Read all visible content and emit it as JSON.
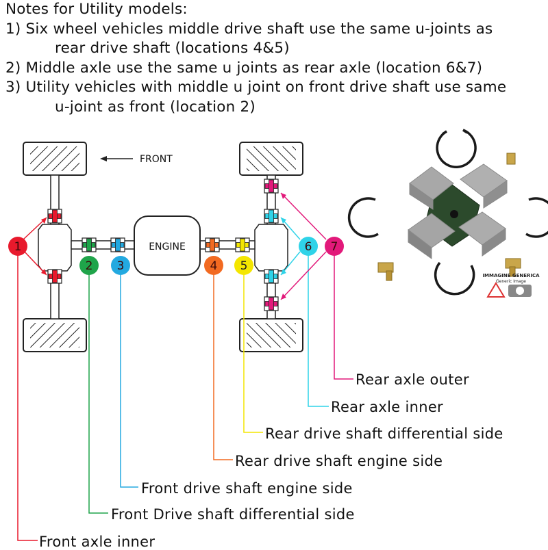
{
  "notes": {
    "heading": "Notes for Utility models:",
    "n1a": "1) Six wheel vehicles middle drive shaft use the same u-joints as",
    "n1b": "rear drive shaft (locations 4&5)",
    "n2": "2) Middle axle use the same u joints as rear axle (location 6&7)",
    "n3a": "3) Utility vehicles with middle u joint on front drive shaft use same",
    "n3b": "u-joint as front (location 2)"
  },
  "diagram": {
    "front_label": "FRONT",
    "engine_label": "ENGINE"
  },
  "locations": [
    {
      "num": "1",
      "color": "#e8192c",
      "label": "Front axle inner"
    },
    {
      "num": "2",
      "color": "#1fa44a",
      "label": "Front Drive shaft differential side"
    },
    {
      "num": "3",
      "color": "#23a9e0",
      "label": "Front drive shaft engine side"
    },
    {
      "num": "4",
      "color": "#f26a21",
      "label": "Rear drive shaft engine side"
    },
    {
      "num": "5",
      "color": "#f4e600",
      "label": "Rear drive shaft differential side"
    },
    {
      "num": "6",
      "color": "#2fd3e8",
      "label": "Rear axle inner"
    },
    {
      "num": "7",
      "color": "#e2197a",
      "label": "Rear axle outer"
    }
  ],
  "photo": {
    "watermark_line1": "IMMAGINE GENERICA",
    "watermark_line2": "Generic Image"
  }
}
